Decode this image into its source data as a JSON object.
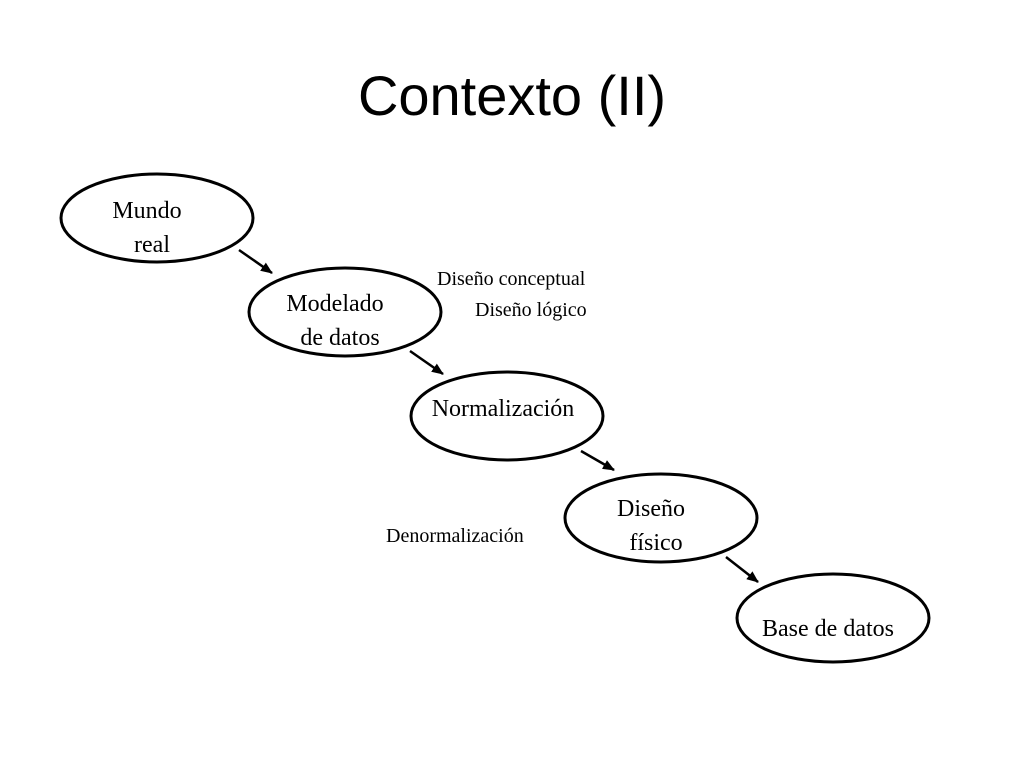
{
  "slide": {
    "title": "Contexto (II)"
  },
  "diagram": {
    "nodes": [
      {
        "id": "mundo-real",
        "lines": [
          "Mundo",
          "real"
        ]
      },
      {
        "id": "modelado-de-datos",
        "lines": [
          "Modelado",
          "de datos"
        ]
      },
      {
        "id": "normalizacion",
        "lines": [
          "Normalización"
        ]
      },
      {
        "id": "diseno-fisico",
        "lines": [
          "Diseño",
          "físico"
        ]
      },
      {
        "id": "base-de-datos",
        "lines": [
          "Base de datos"
        ]
      }
    ],
    "annotations": {
      "diseno_conceptual": "Diseño conceptual",
      "diseno_logico": "Diseño lógico",
      "denormalizacion": "Denormalización"
    },
    "colors": {
      "stroke": "#000000",
      "background": "#ffffff"
    }
  }
}
